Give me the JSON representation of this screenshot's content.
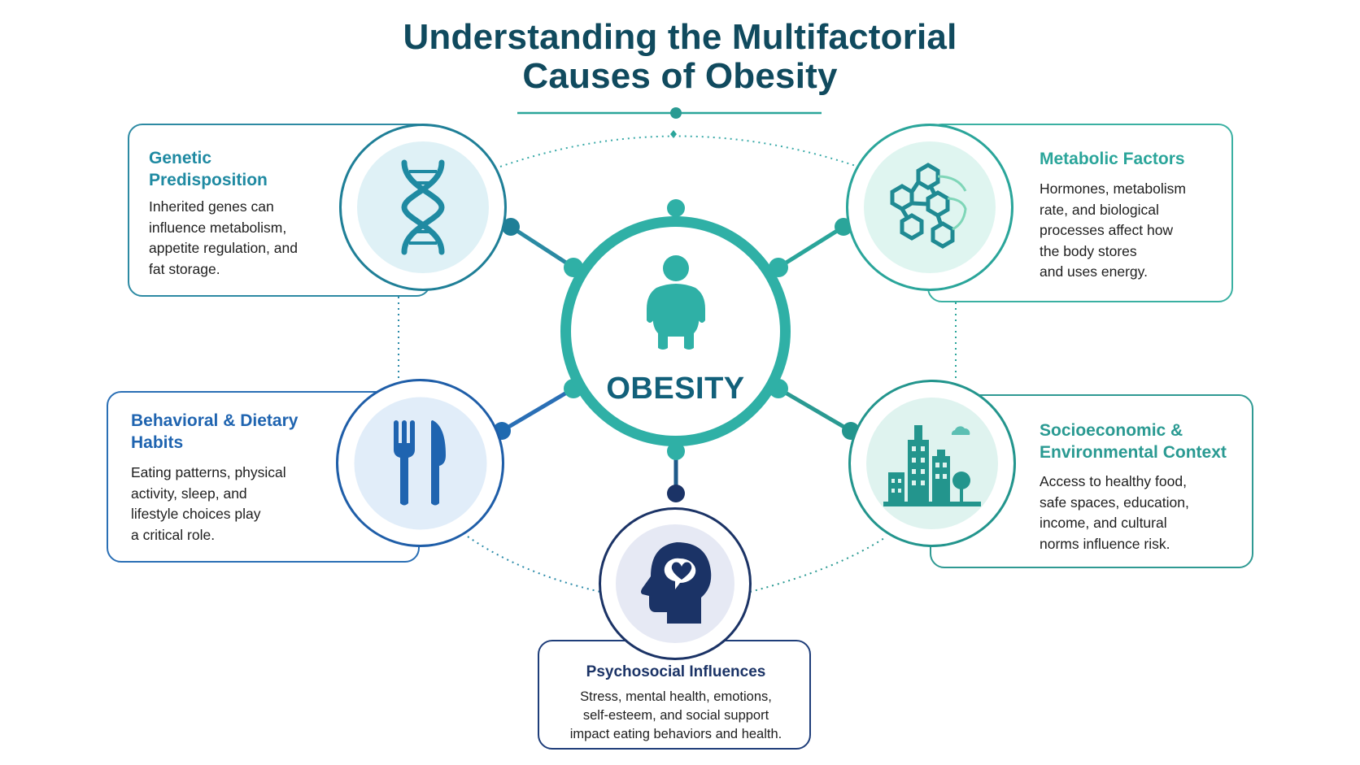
{
  "title": {
    "line1": "Understanding the Multifactorial",
    "line2": "Causes of Obesity"
  },
  "center": {
    "label": "OBESITY",
    "icon": "person-silhouette-icon"
  },
  "factors": {
    "genetic": {
      "title": "Genetic Predisposition",
      "body": [
        "Inherited genes can",
        "influence metabolism,",
        "appetite regulation, and",
        "fat storage."
      ],
      "icon": "dna-icon"
    },
    "metabolic": {
      "title": "Metabolic Factors",
      "body": [
        "Hormones, metabolism",
        "rate, and biological",
        "processes affect how",
        "the body stores",
        "and uses energy."
      ],
      "icon": "molecule-network-icon"
    },
    "behavioral": {
      "title": "Behavioral & Dietary Habits",
      "body": [
        "Eating patterns, physical",
        "activity, sleep, and",
        "lifestyle choices play",
        "a critical role."
      ],
      "icon": "fork-knife-icon"
    },
    "socioeconomic": {
      "title": "Socioeconomic & Environmental Context",
      "body": [
        "Access to healthy food,",
        "safe spaces, education,",
        "income, and cultural",
        "norms influence risk."
      ],
      "icon": "city-buildings-icon"
    },
    "psychosocial": {
      "title": "Psychosocial Influences",
      "body": [
        "Stress, mental health, emotions,",
        "self-esteem, and social support",
        "impact eating behaviors and health."
      ],
      "icon": "head-heart-icon"
    }
  },
  "colors": {
    "title": "#104a5e",
    "hub_ring": "#2fb0a6",
    "genetic": "#1f8aa2",
    "metabolic": "#2aa59a",
    "behavioral": "#1f64b0",
    "socioeconomic": "#2a9a92",
    "psychosocial": "#1b3366"
  }
}
